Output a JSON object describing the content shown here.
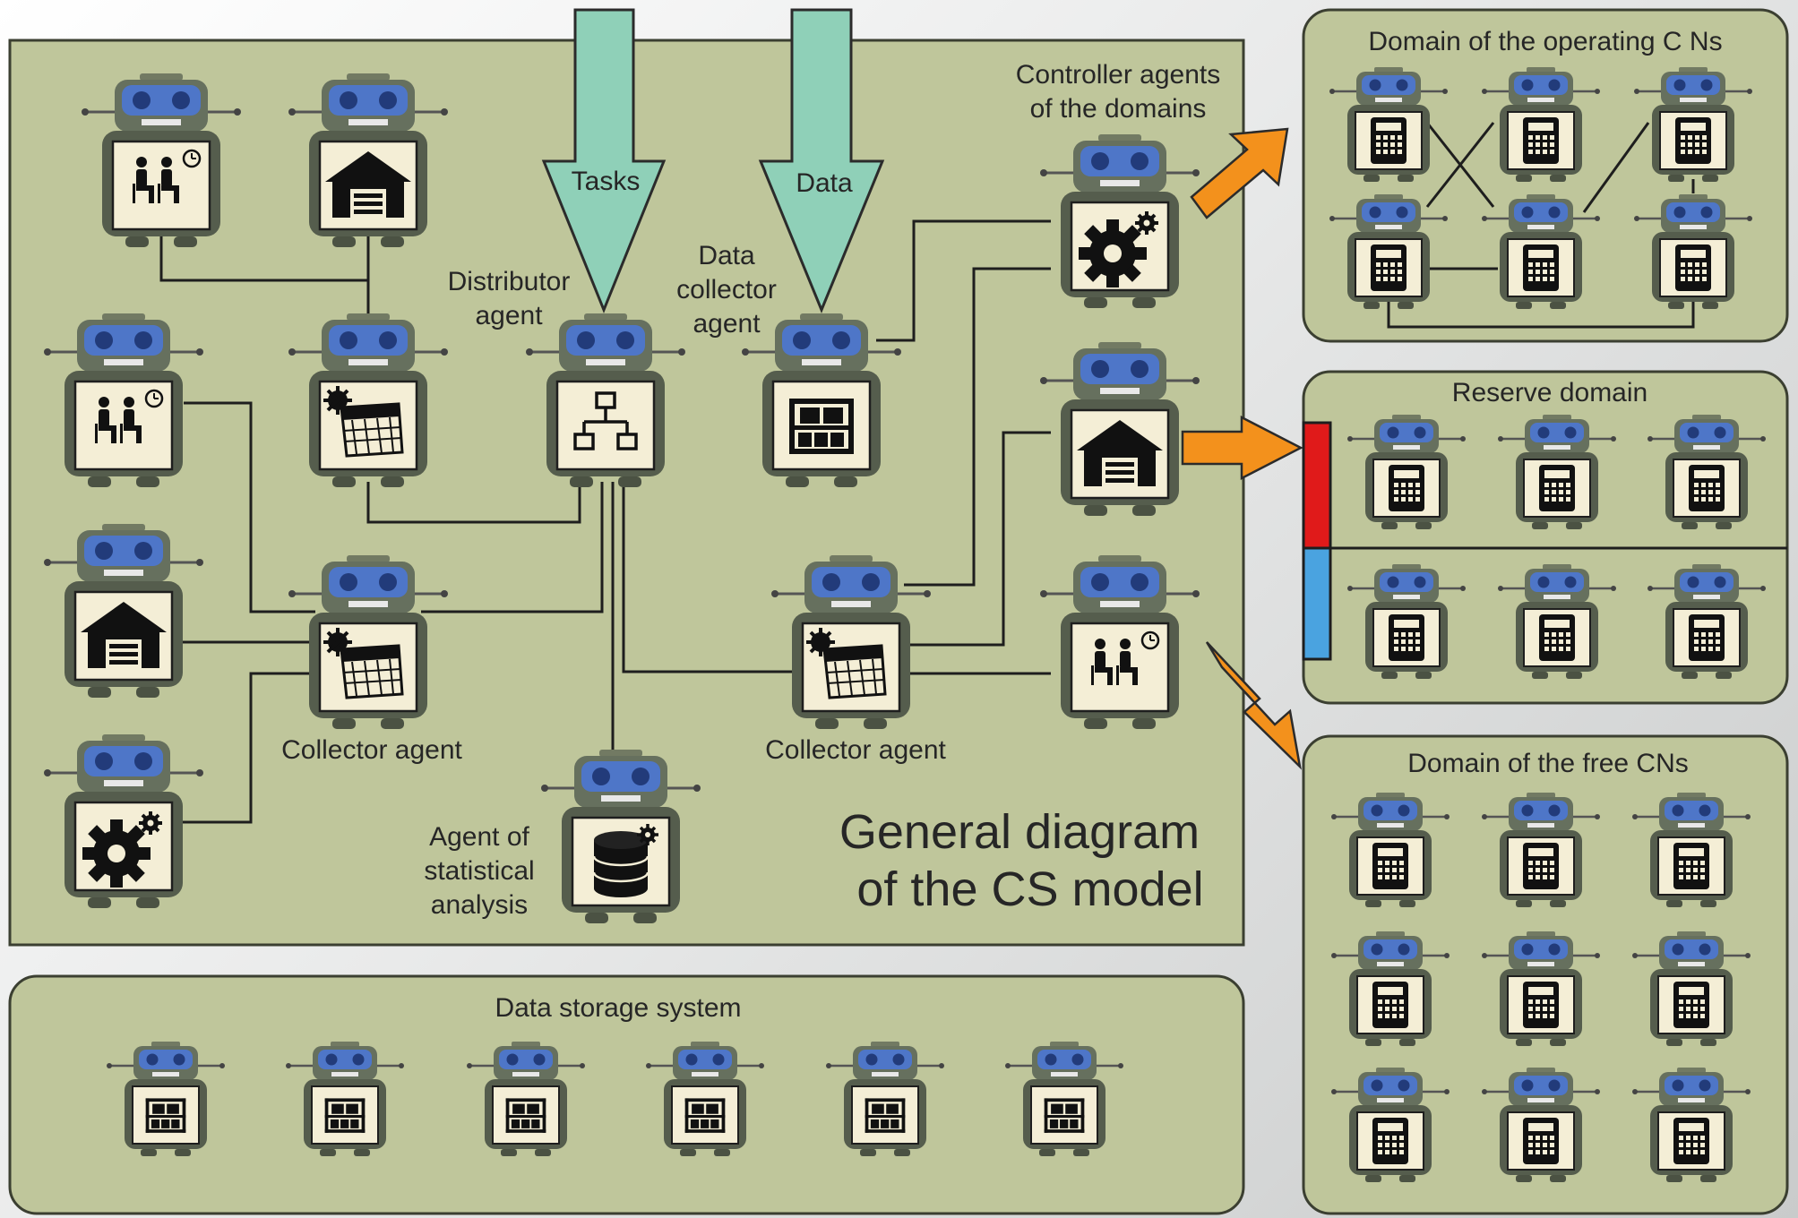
{
  "colors": {
    "panel": "#bfc69b",
    "border": "#3b3f31",
    "arrow_in": "#8fd0b8",
    "arrow_out": "#f3911c",
    "robot_head": "#4e76c8",
    "robot_body": "#66705e",
    "screen": "#f4eed6",
    "reserve_red": "#e01a1a",
    "reserve_blue": "#4aa3e0"
  },
  "main": {
    "title_line1": "General diagram",
    "title_line2": "of the CS model",
    "input_tasks": "Tasks",
    "input_data": "Data",
    "distributor": {
      "line1": "Distributor",
      "line2": "agent"
    },
    "data_collector": {
      "line1": "Data",
      "line2": "collector",
      "line3": "agent"
    },
    "controller": {
      "line1": "Controller agents",
      "line2": "of the domains"
    },
    "collector_left": "Collector agent",
    "collector_right": "Collector agent",
    "stat": {
      "line1": "Agent of",
      "line2": "statistical",
      "line3": "analysis"
    }
  },
  "storage": {
    "title": "Data storage system"
  },
  "domains": {
    "operating": "Domain of the operating C Ns",
    "reserve": "Reserve domain",
    "free": "Domain of the free CNs"
  },
  "icons": {
    "queue": "queue-people-icon",
    "warehouse": "warehouse-icon",
    "calendar": "calendar-gear-icon",
    "network": "network-icon",
    "rack": "server-rack-icon",
    "gear": "gear-icon",
    "database": "database-icon",
    "calculator": "calculator-icon"
  }
}
